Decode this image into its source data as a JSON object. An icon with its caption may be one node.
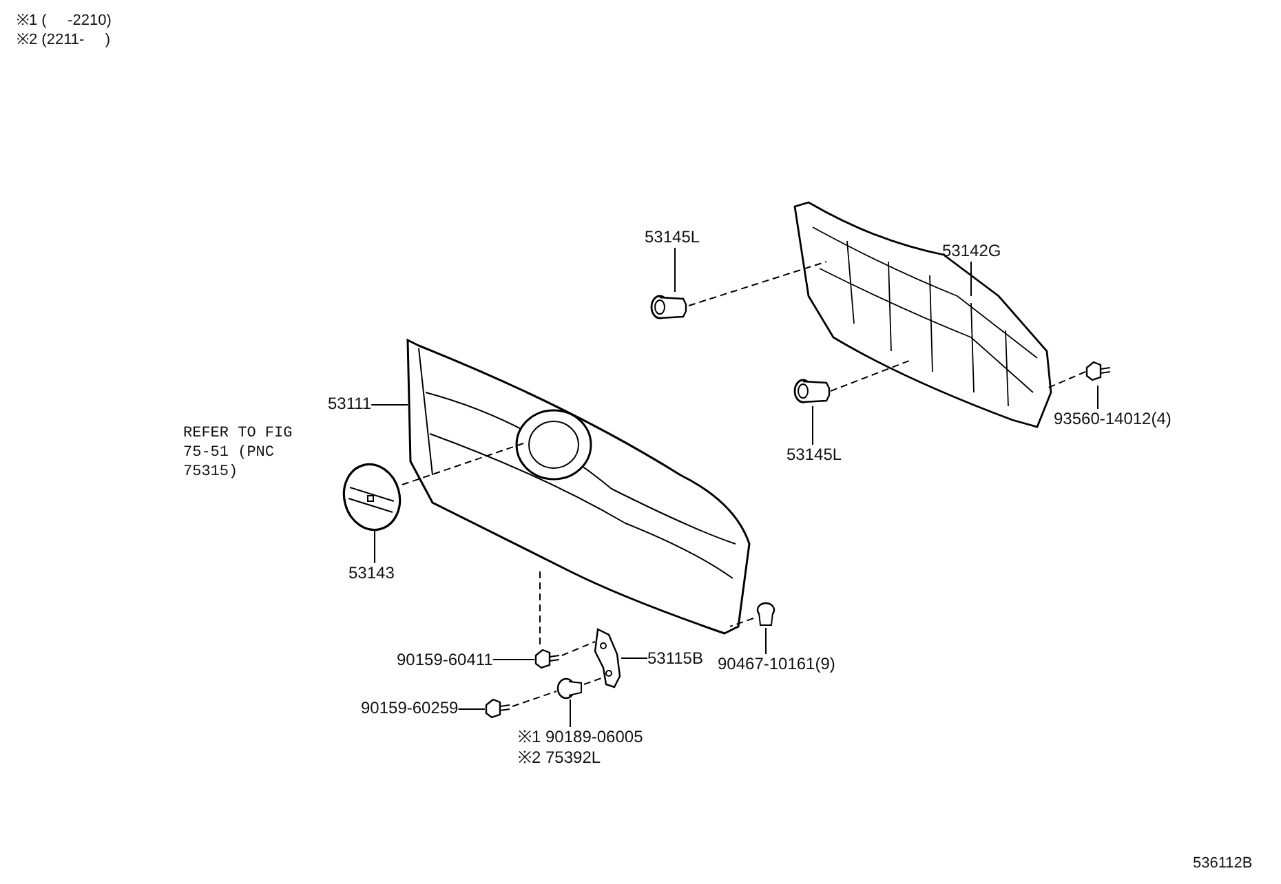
{
  "diagram": {
    "nodes": [
      {
        "text": [
          "53145L"
        ]
      },
      {
        "text": [],
        "shape": "clip"
      },
      {
        "text": [
          "53142G"
        ]
      },
      {
        "text": [],
        "shape": "picture"
      },
      {
        "text": [
          "93560-14012(4)"
        ]
      },
      {
        "text": [],
        "shape": "screw"
      },
      {
        "text": [
          "53145L"
        ]
      },
      {
        "text": [],
        "shape": "clip"
      },
      {
        "text": [
          "53111"
        ]
      },
      {
        "text": [],
        "shape": "picture"
      },
      {
        "text": [
          "53143"
        ]
      },
      {
        "text": [],
        "shape": "picture"
      },
      {
        "text": [
          "90159-60411"
        ]
      },
      {
        "text": [],
        "shape": "screw"
      },
      {
        "text": [
          "53115B"
        ]
      },
      {
        "text": [],
        "shape": "picture"
      },
      {
        "text": [
          "90467-10161(9)"
        ]
      },
      {
        "text": [],
        "shape": "clip"
      },
      {
        "text": [
          "90159-60259"
        ]
      },
      {
        "text": [],
        "shape": "screw"
      },
      {
        "text": [
          "※1 90189-06005",
          "※2 75392L"
        ]
      },
      {
        "text": [],
        "shape": "nut"
      }
    ],
    "edges": [
      {
        "from": 0,
        "to": 1,
        "arrow": "none"
      },
      {
        "from": 2,
        "to": 3,
        "arrow": "none"
      },
      {
        "from": 4,
        "to": 5,
        "arrow": "none"
      },
      {
        "from": 6,
        "to": 7,
        "arrow": "none"
      },
      {
        "from": 8,
        "to": 9,
        "arrow": "none"
      },
      {
        "from": 10,
        "to": 11,
        "arrow": "none"
      },
      {
        "from": 12,
        "to": 13,
        "arrow": "none"
      },
      {
        "from": 14,
        "to": 15,
        "arrow": "none"
      },
      {
        "from": 16,
        "to": 17,
        "arrow": "none"
      },
      {
        "from": 18,
        "to": 19,
        "arrow": "none"
      },
      {
        "from": 20,
        "to": 21,
        "arrow": "none"
      },
      {
        "from": 1,
        "to": 3,
        "arrow": "none",
        "style": "dashed"
      },
      {
        "from": 7,
        "to": 3,
        "arrow": "none",
        "style": "dashed"
      },
      {
        "from": 5,
        "to": 3,
        "arrow": "none",
        "style": "dashed"
      },
      {
        "from": 11,
        "to": 9,
        "arrow": "none",
        "style": "dashed"
      },
      {
        "from": 17,
        "to": 9,
        "arrow": "none",
        "style": "dashed"
      },
      {
        "from": 9,
        "to": 13,
        "arrow": "none",
        "style": "dashed"
      },
      {
        "from": 13,
        "to": 15,
        "arrow": "none",
        "style": "dashed"
      },
      {
        "from": 19,
        "to": 21,
        "arrow": "none",
        "style": "dashed"
      },
      {
        "from": 21,
        "to": 15,
        "arrow": "none",
        "style": "dashed"
      }
    ],
    "labels": [
      "※1 (     -2210)",
      "※2 (2211-     )",
      "REFER TO FIG 75-51 (PNC 75315)",
      "536112B"
    ]
  }
}
